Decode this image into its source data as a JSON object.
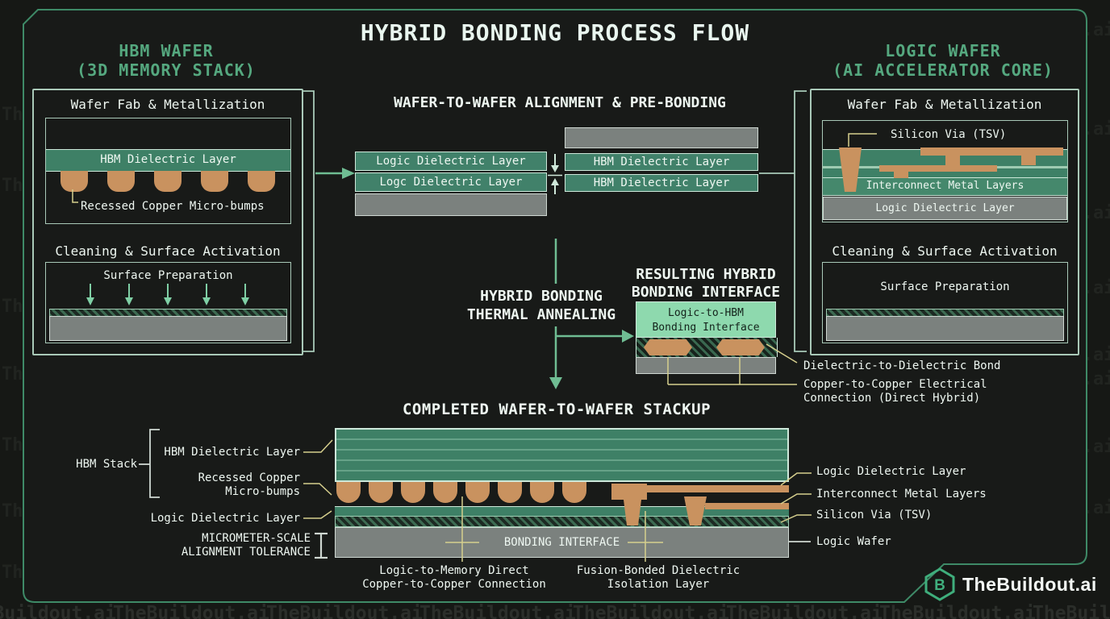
{
  "title": "HYBRID BONDING PROCESS FLOW",
  "watermark": {
    "text": "TheBuildout.ai"
  },
  "brand": {
    "name": "TheBuildout.ai"
  },
  "colors": {
    "background": "#181a18",
    "border_green": "#3e8a67",
    "accent_green": "#55a87f",
    "band_green": "#3e8066",
    "mint": "#8ed9ae",
    "copper": "#c9925f",
    "gray": "#7b817e",
    "yellow_connector": "#d6cf8d",
    "text": "#eef7f1"
  },
  "hbm_wafer": {
    "header": "HBM WAFER\n(3D MEMORY STACK)",
    "fab": {
      "title": "Wafer Fab & Metallization",
      "dielectric_label": "HBM Dielectric Layer",
      "bumps_label": "Recessed Copper Micro-bumps"
    },
    "cleaning": {
      "title": "Cleaning & Surface Activation",
      "label": "Surface Preparation"
    }
  },
  "logic_wafer": {
    "header": "LOGIC WAFER\n(AI ACCELERATOR CORE)",
    "fab": {
      "title": "Wafer Fab & Metallization",
      "tsv_label": "Silicon Via (TSV)",
      "interconnect_label": "Interconnect Metal Layers",
      "dielectric_label": "Logic Dielectric Layer"
    },
    "cleaning": {
      "title": "Cleaning & Surface Activation",
      "label": "Surface Preparation"
    }
  },
  "alignment": {
    "title": "WAFER-TO-WAFER ALIGNMENT & PRE-BONDING",
    "logic_stack": [
      "Logic Dielectric Layer",
      "Logc Dielectric Layer"
    ],
    "hbm_stack": [
      "HBM Dielectric Layer",
      "HBM Dielectric Layer"
    ]
  },
  "annealing": {
    "label": "HYBRID BONDING\nTHERMAL ANNEALING"
  },
  "resulting": {
    "title": "RESULTING HYBRID\nBONDING INTERFACE",
    "box_label": "Logic-to-HBM\nBonding Interface",
    "bond_note": "Dielectric-to-Dielectric Bond",
    "copper_note": "Copper-to-Copper Electrical\nConnection (Direct Hybrid)"
  },
  "stackup": {
    "title": "COMPLETED WAFER-TO-WAFER STACKUP",
    "left_labels": {
      "hbm_stack": "HBM Stack",
      "hbm_dielectric": "HBM Dielectric Layer",
      "bumps": "Recessed Copper\nMicro-bumps",
      "logic_dielectric": "Logic Dielectric Layer",
      "tolerance": "MICROMETER-SCALE\nALIGNMENT TOLERANCE"
    },
    "right_labels": {
      "logic_dielectric": "Logic Dielectric Layer",
      "interconnect": "Interconnect Metal Layers",
      "tsv": "Silicon Via (TSV)",
      "logic_wafer": "Logic Wafer"
    },
    "bonding_interface": "BONDING INTERFACE",
    "bottom_labels": {
      "copper": "Logic-to-Memory Direct\nCopper-to-Copper Connection",
      "fusion": "Fusion-Bonded Dielectric\nIsolation Layer"
    }
  }
}
